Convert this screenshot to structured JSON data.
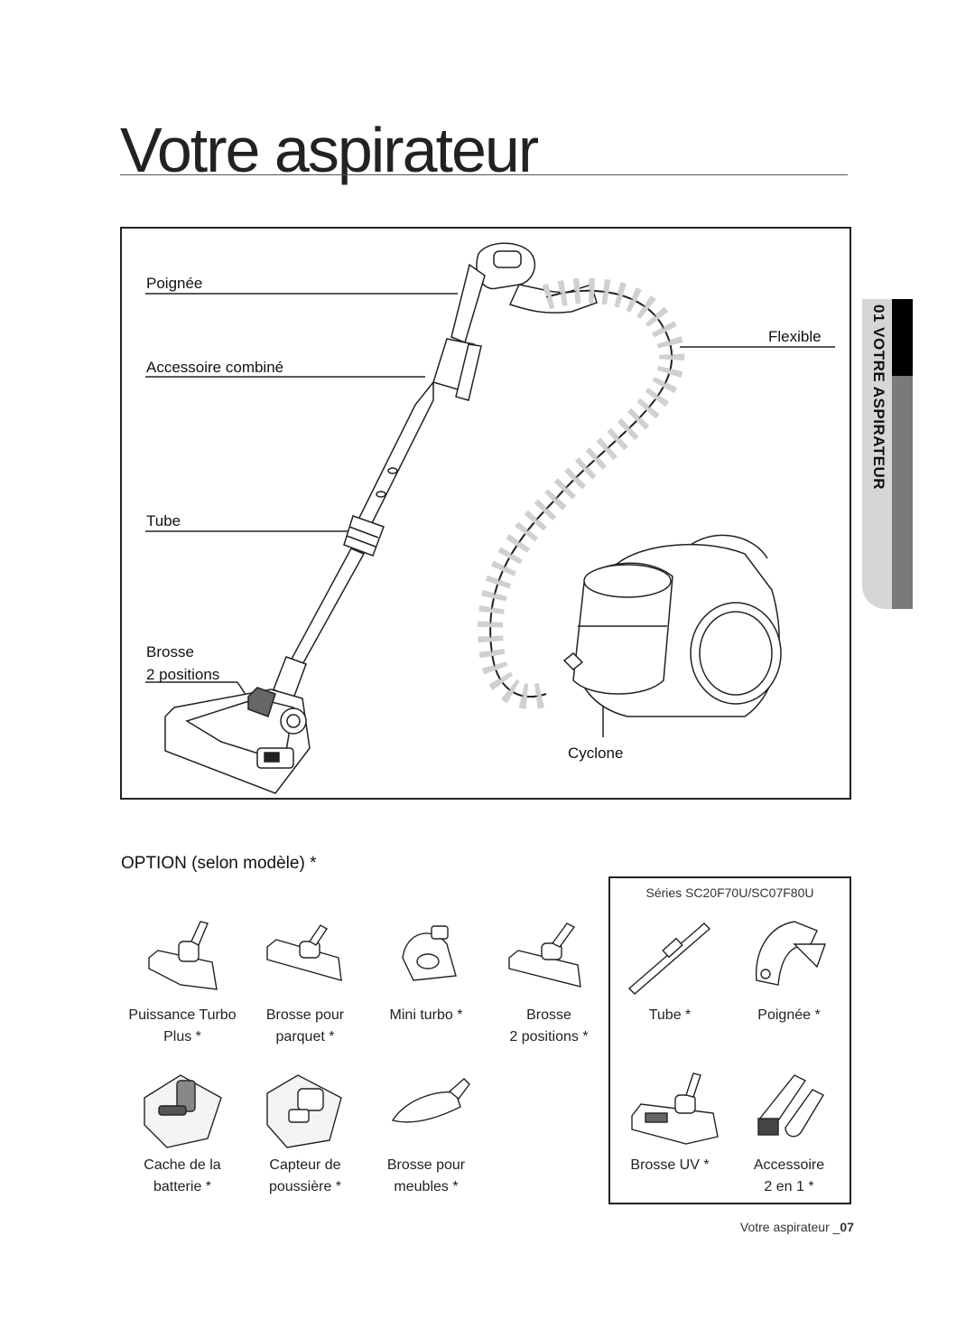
{
  "page": {
    "title": "Votre aspirateur",
    "side_tab": "01 VOTRE ASPIRATEUR",
    "footer_text": "Votre aspirateur _",
    "footer_page": "07"
  },
  "diagram": {
    "labels": {
      "handle": "Poignée",
      "combo_accessory": "Accessoire combiné",
      "tube": "Tube",
      "brush_line1": "Brosse",
      "brush_line2": "2 positions",
      "hose": "Flexible",
      "cyclone": "Cyclone"
    }
  },
  "options": {
    "heading": "OPTION (selon modèle) *",
    "series_label": "Séries SC20F70U/SC07F80U",
    "row1": [
      {
        "line1": "Puissance Turbo",
        "line2": "Plus *",
        "icon": "turbo-brush-icon"
      },
      {
        "line1": "Brosse pour",
        "line2": "parquet *",
        "icon": "floor-brush-icon"
      },
      {
        "line1": "Mini turbo *",
        "line2": "",
        "icon": "mini-turbo-icon"
      },
      {
        "line1": "Brosse",
        "line2": "2 positions *",
        "icon": "two-position-brush-icon"
      }
    ],
    "series_row1": [
      {
        "line1": "Tube *",
        "line2": "",
        "icon": "tube-icon"
      },
      {
        "line1": "Poignée *",
        "line2": "",
        "icon": "handle-icon"
      }
    ],
    "row2": [
      {
        "line1": "Cache de la",
        "line2": "batterie *",
        "icon": "battery-cover-icon"
      },
      {
        "line1": "Capteur de",
        "line2": "poussière *",
        "icon": "dust-sensor-icon"
      },
      {
        "line1": "Brosse pour",
        "line2": "meubles *",
        "icon": "furniture-brush-icon"
      }
    ],
    "series_row2": [
      {
        "line1": "Brosse UV *",
        "line2": "",
        "icon": "uv-brush-icon"
      },
      {
        "line1": "Accessoire",
        "line2": "2 en 1 *",
        "icon": "two-in-one-accessory-icon"
      }
    ]
  }
}
